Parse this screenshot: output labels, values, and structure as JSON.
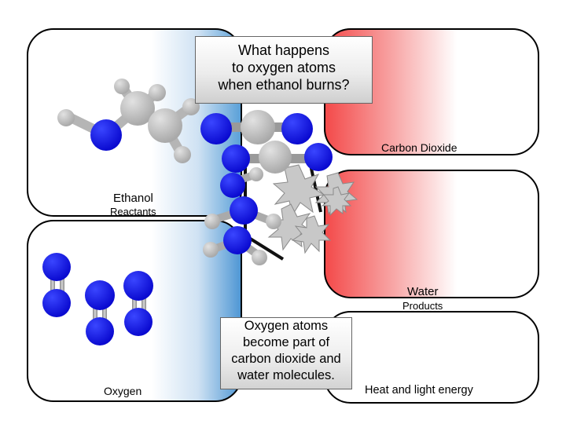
{
  "question": {
    "lines": [
      "What happens",
      "to oxygen atoms",
      "when ethanol burns?"
    ]
  },
  "answer": {
    "lines": [
      "Oxygen atoms",
      "become part of",
      "carbon dioxide and",
      "water molecules."
    ]
  },
  "labels": {
    "ethanol": "Ethanol",
    "reactants": "Reactants",
    "oxygen": "Oxygen",
    "carbon_dioxide": "Carbon Dioxide",
    "water": "Water",
    "products": "Products",
    "heat": "Heat and light energy"
  },
  "colors": {
    "oxygen_atom": "#0a14e6",
    "other_atom": "#c0c0c0",
    "reactant_side": "#5aa0d8",
    "product_side": "#f44a4a"
  }
}
